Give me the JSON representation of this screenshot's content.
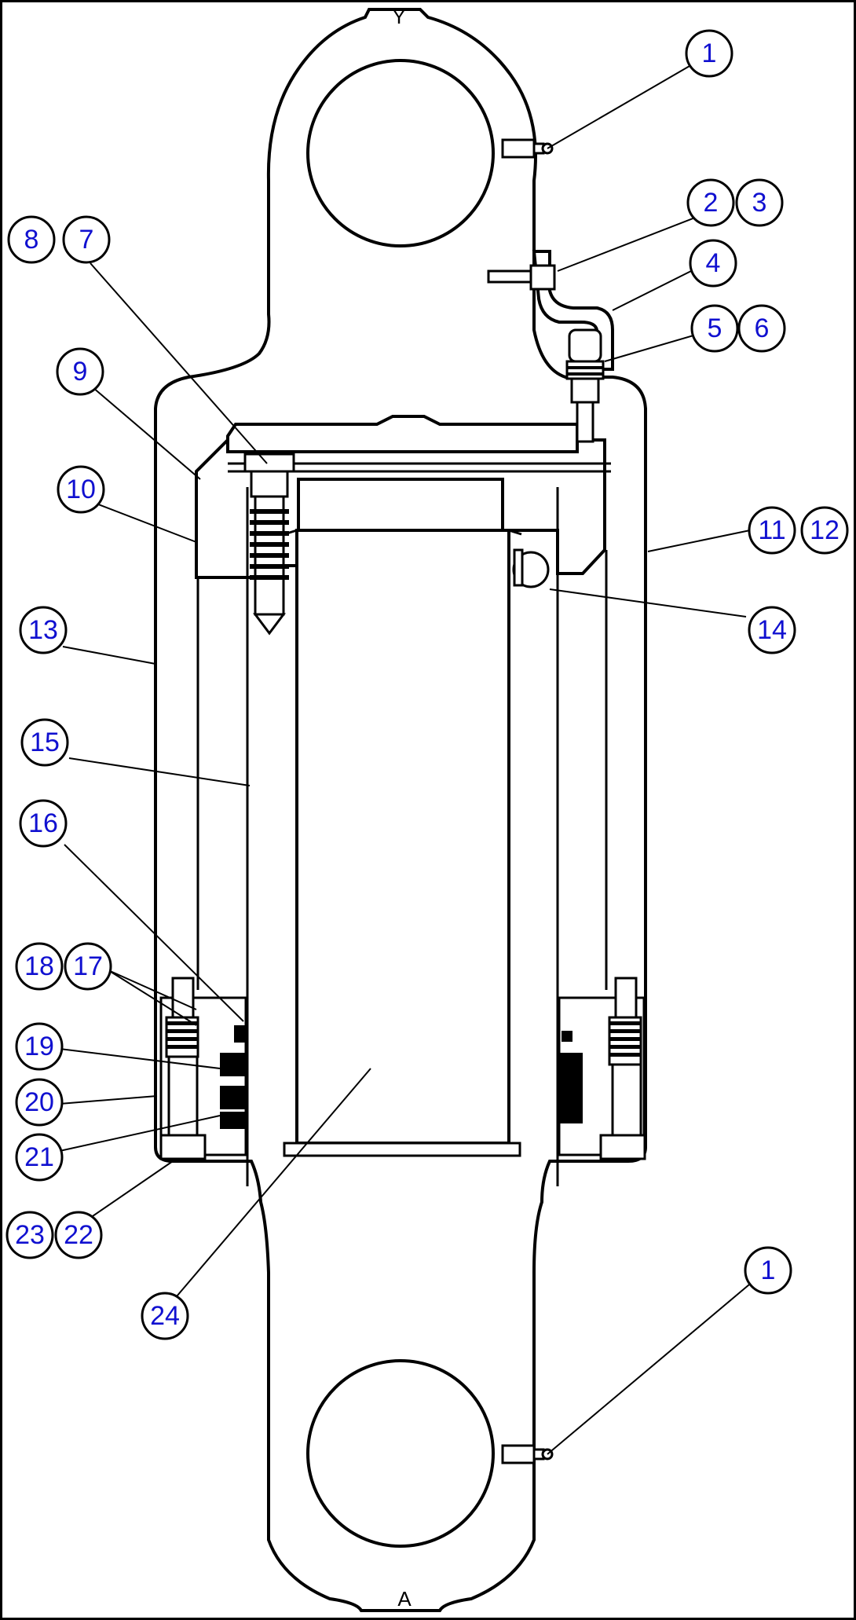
{
  "diagram": {
    "top_eye_mark": "Y",
    "bottom_eye_mark": "A",
    "callouts": [
      {
        "id": "c1-top",
        "label": "1"
      },
      {
        "id": "c2",
        "label": "2"
      },
      {
        "id": "c3",
        "label": "3"
      },
      {
        "id": "c4",
        "label": "4"
      },
      {
        "id": "c5",
        "label": "5"
      },
      {
        "id": "c6",
        "label": "6"
      },
      {
        "id": "c7",
        "label": "7"
      },
      {
        "id": "c8",
        "label": "8"
      },
      {
        "id": "c9",
        "label": "9"
      },
      {
        "id": "c10",
        "label": "10"
      },
      {
        "id": "c11",
        "label": "11"
      },
      {
        "id": "c12",
        "label": "12"
      },
      {
        "id": "c13",
        "label": "13"
      },
      {
        "id": "c14",
        "label": "14"
      },
      {
        "id": "c15",
        "label": "15"
      },
      {
        "id": "c16",
        "label": "16"
      },
      {
        "id": "c17",
        "label": "17"
      },
      {
        "id": "c18",
        "label": "18"
      },
      {
        "id": "c19",
        "label": "19"
      },
      {
        "id": "c20",
        "label": "20"
      },
      {
        "id": "c21",
        "label": "21"
      },
      {
        "id": "c22",
        "label": "22"
      },
      {
        "id": "c23",
        "label": "23"
      },
      {
        "id": "c24",
        "label": "24"
      },
      {
        "id": "c1-bottom",
        "label": "1"
      }
    ]
  },
  "colors": {
    "callout_text": "#1010d0",
    "line": "#000000",
    "background": "#ffffff"
  }
}
